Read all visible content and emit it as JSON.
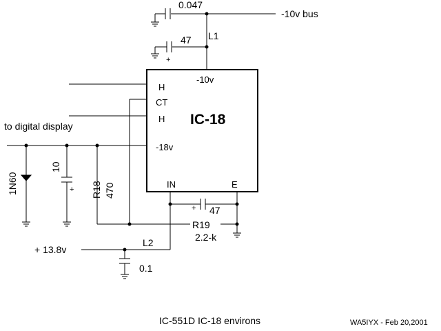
{
  "chip": {
    "name": "IC-18",
    "pins": {
      "h_top": "H",
      "ct": "CT",
      "h_bottom": "H",
      "neg18": "-18v",
      "neg10": "-10v",
      "in": "IN",
      "e": "E"
    }
  },
  "labels": {
    "bus": "-10v bus",
    "digital": "to digital display",
    "supply": "+ 13.8v"
  },
  "components": {
    "c_top": "0.047",
    "l1": "L1",
    "c_47_top": "47",
    "c_47_top_pol": "+",
    "diode": "1N60",
    "c_10": "10",
    "c_10_pol": "+",
    "r18": "R18",
    "r18_val": "470",
    "c_47_bottom": "47",
    "c_47_bottom_pol": "+",
    "r19": "R19",
    "r19_val": "2.2-k",
    "l2": "L2",
    "c_bottom": "0.1"
  },
  "caption": "IC-551D IC-18 environs",
  "credit": "WA5IYX  - Feb 20,2001"
}
